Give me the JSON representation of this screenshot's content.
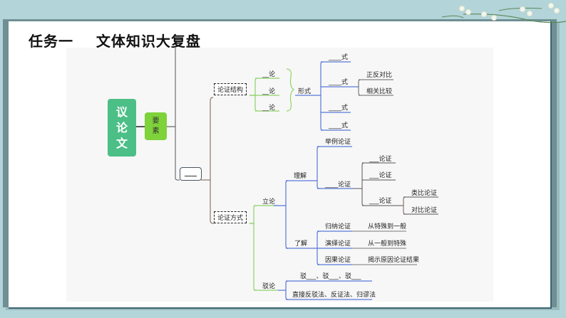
{
  "title": "任务一    文体知识大复盘",
  "mindmap": {
    "root": [
      "议",
      "论",
      "文"
    ],
    "elements_node": [
      "要",
      "素"
    ],
    "blank_node": "",
    "structure": {
      "label": "论证结构",
      "parts": [
        "__论",
        "__论",
        "__论"
      ],
      "form_label": "形式",
      "forms": [
        "____式",
        "____式",
        "____式",
        "____式"
      ],
      "form2_children": [
        "正反对比",
        "相关比较"
      ]
    },
    "methods": {
      "label": "论证方式",
      "establish": {
        "label": "立论",
        "understand": {
          "label": "理解",
          "items": [
            "举例论证",
            "____论证"
          ],
          "sub_items": [
            "___论证",
            "___论证",
            "___论证"
          ],
          "sub3_children": [
            "类比论证",
            "对比论证"
          ]
        },
        "know": {
          "label": "了解",
          "items": [
            {
              "name": "归纳论证",
              "desc": "从特殊到一般"
            },
            {
              "name": "演绎论证",
              "desc": "从一般到特殊"
            },
            {
              "name": "因果论证",
              "desc": "揭示原因论证结果"
            }
          ]
        }
      },
      "refute": {
        "label": "驳论",
        "items": [
          "驳___、驳___、驳___",
          "直接反驳法、反证法、归谬法"
        ]
      }
    }
  }
}
